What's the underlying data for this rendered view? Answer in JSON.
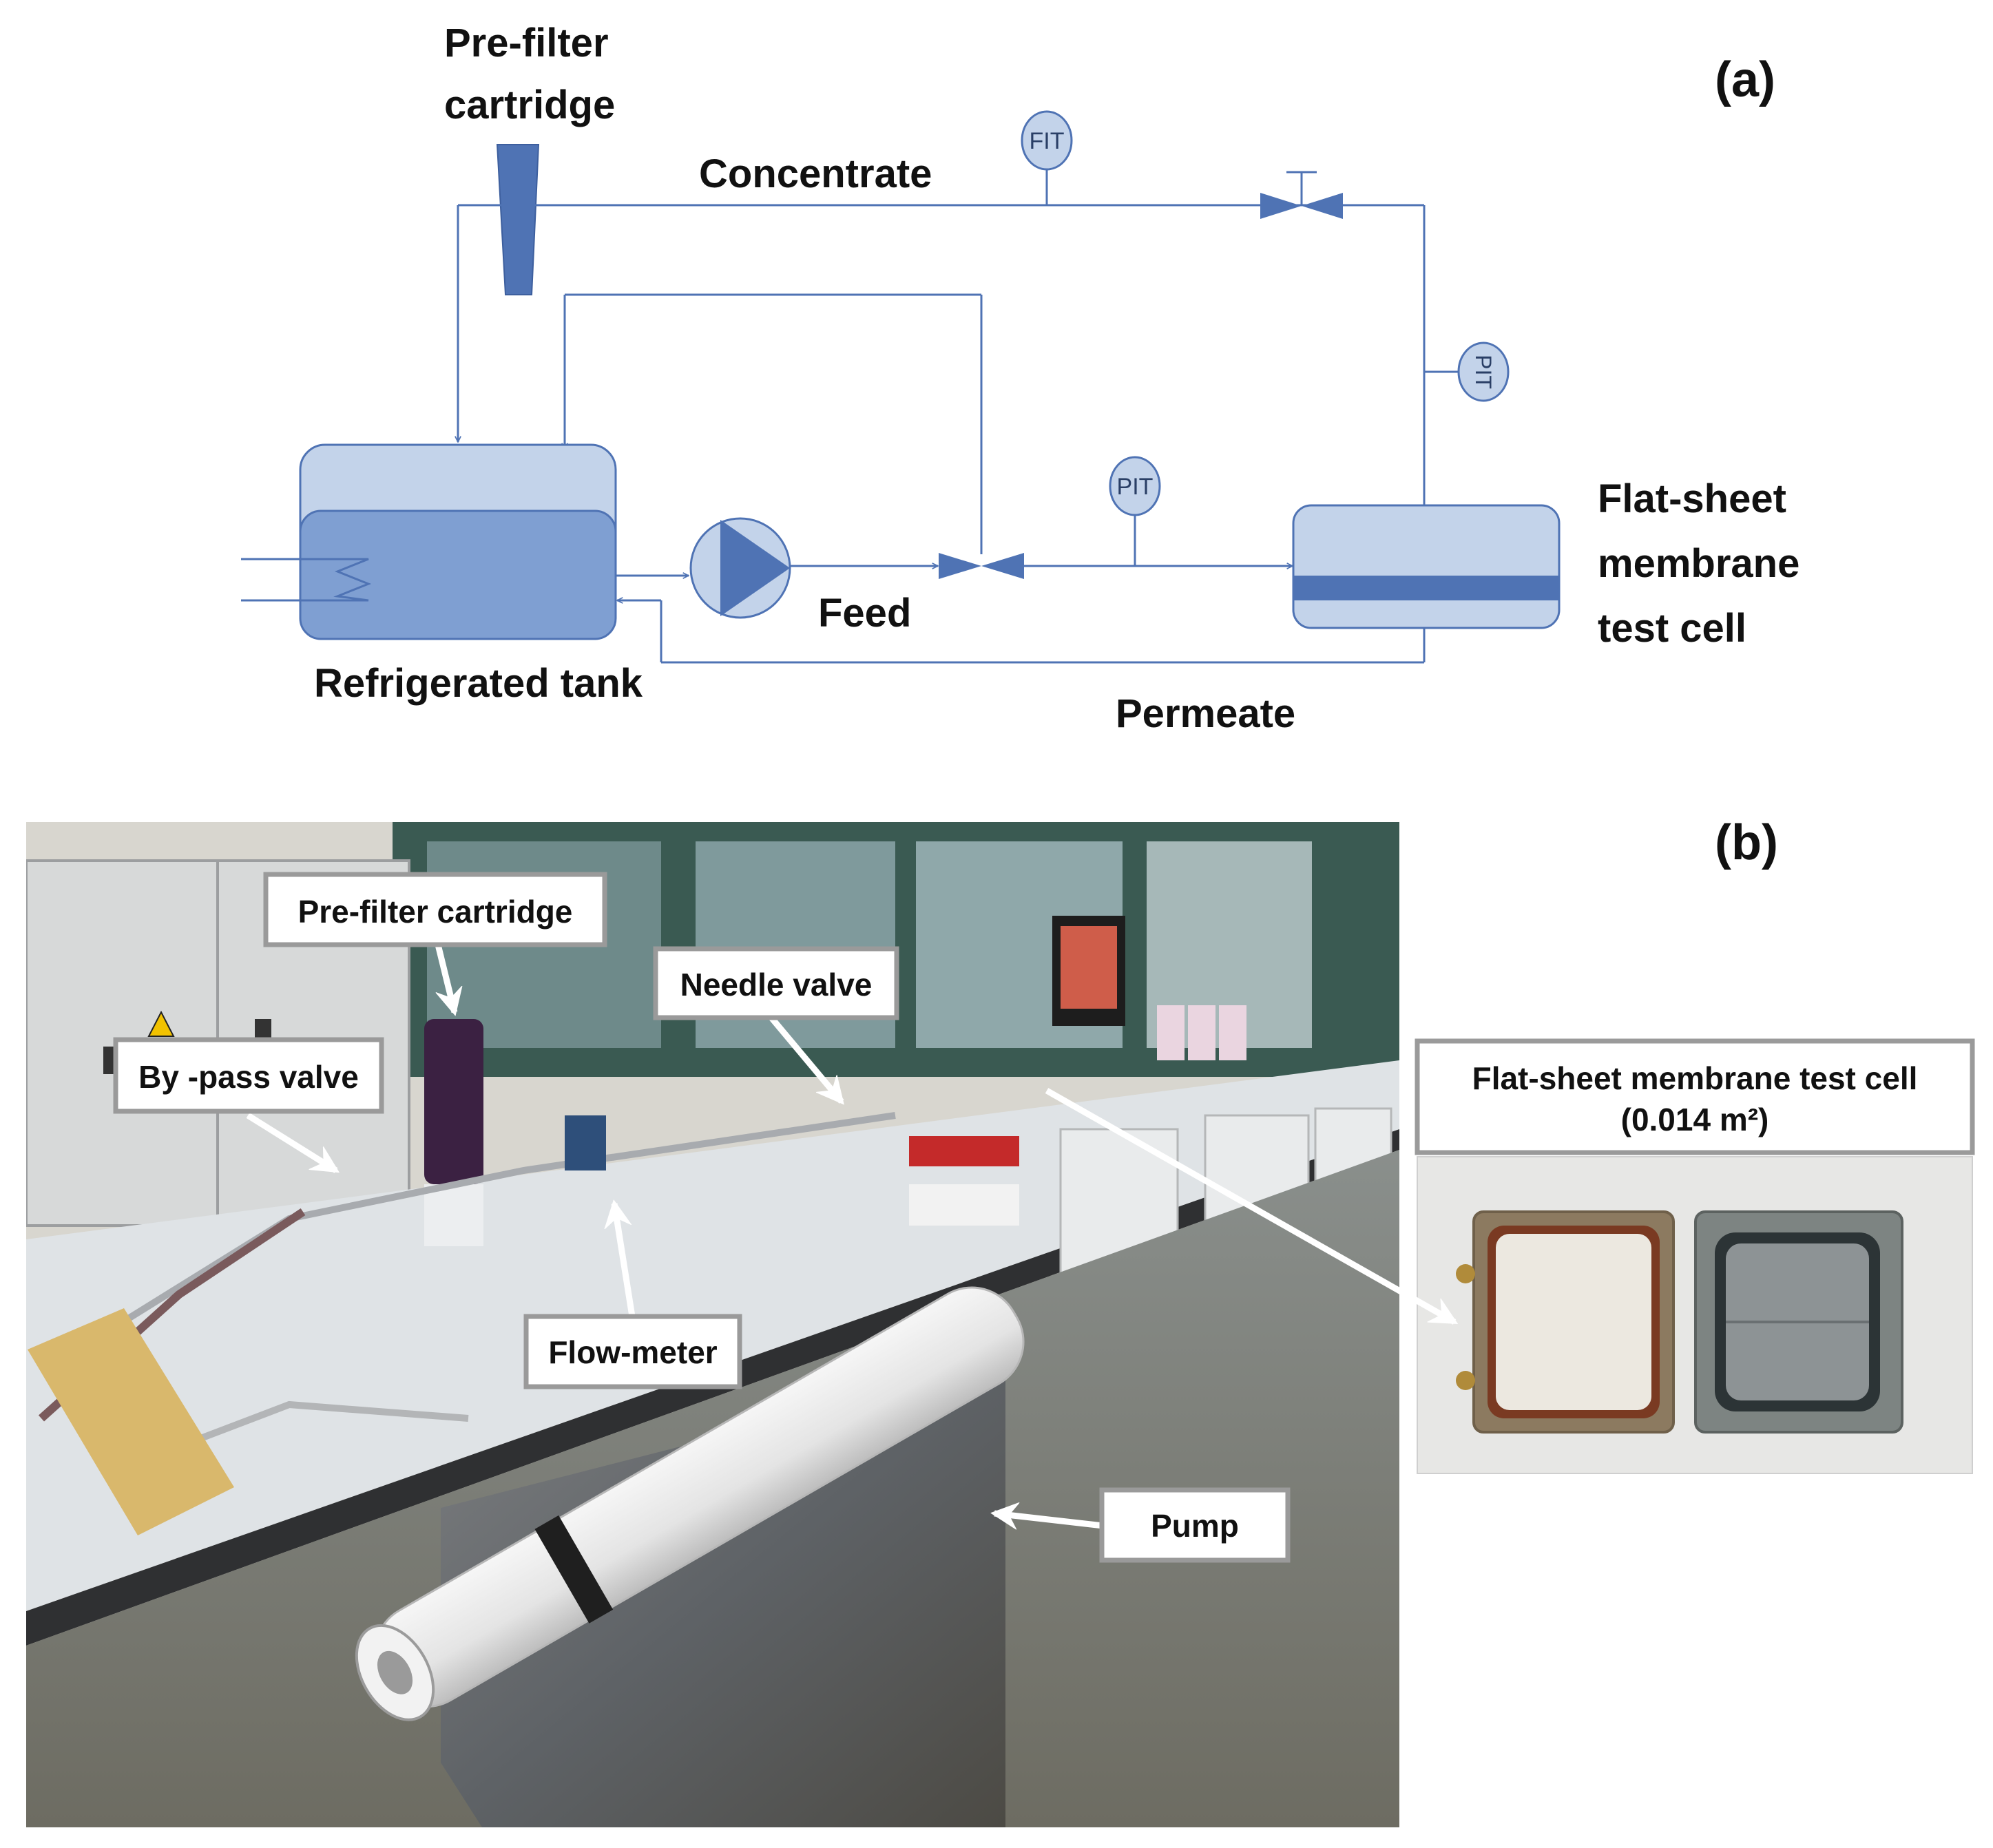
{
  "panel_a": {
    "tag": "(a)",
    "labels": {
      "prefilter_line1": "Pre-filter",
      "prefilter_line2": "cartridge",
      "concentrate": "Concentrate",
      "feed": "Feed",
      "refrigerated_tank": "Refrigerated tank",
      "permeate": "Permeate",
      "membrane_line1": "Flat-sheet",
      "membrane_line2": "membrane",
      "membrane_line3": "test cell"
    },
    "instruments": {
      "fit": "FIT",
      "pit_vertical": "PIT",
      "pit_feed": "PIT"
    },
    "colors": {
      "pipe": "#4f73b4",
      "tank_light": "#c3d3ea",
      "tank_dark": "#7f9fd2",
      "outline": "#4f73b4",
      "instrument_fill": "#c3d3ea"
    }
  },
  "panel_b": {
    "tag": "(b)",
    "callouts": {
      "prefilter": "Pre-filter cartridge",
      "needle_valve": "Needle valve",
      "bypass_valve": "By -pass valve",
      "flow_meter": "Flow-meter",
      "pump": "Pump",
      "membrane_line1": "Flat-sheet membrane test cell",
      "membrane_line2": "(0.014 m²)"
    }
  }
}
